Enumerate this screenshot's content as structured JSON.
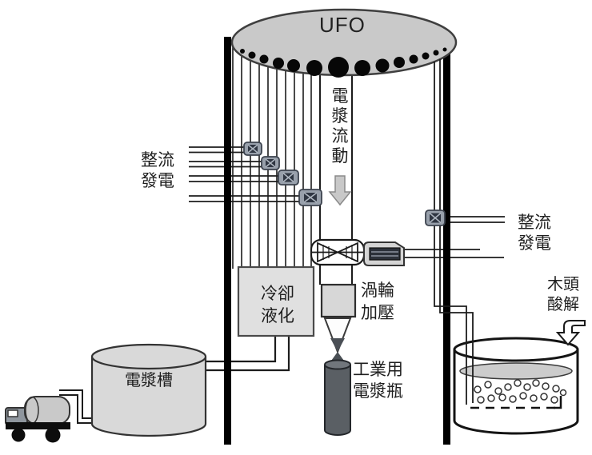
{
  "diagram": {
    "labels": {
      "ufo": "UFO",
      "rectifier_left": [
        "整流",
        "發電"
      ],
      "rectifier_right": [
        "整流",
        "發電"
      ],
      "plasma_flow": "電漿流動",
      "cooling": [
        "冷卻",
        "液化"
      ],
      "turbo": [
        "渦輪",
        "加壓"
      ],
      "plasma_tank": "電漿槽",
      "industrial_bottle": [
        "工業用",
        "電漿瓶"
      ],
      "wood_acid": [
        "木頭",
        "酸解"
      ]
    },
    "icons": [
      "ufo-saucer-icon",
      "rectifier-unit-icon",
      "valve-icon",
      "motor-icon",
      "down-arrow-icon",
      "elbow-arrow-icon",
      "tanker-truck-icon",
      "storage-cylinder-icon",
      "gas-bottle-icon",
      "acid-vat-icon"
    ],
    "colors": {
      "ufo_fill": "#c9c9c9",
      "panel_fill": "#e0e0e0",
      "tank_fill": "#d9d9d9",
      "bottle_fill": "#5a5f64",
      "liquid_fill": "#cccccc",
      "transformer_fill": "#98a0ab",
      "pillar": "#000000",
      "arrow_fill": "#c8c8c8"
    }
  }
}
